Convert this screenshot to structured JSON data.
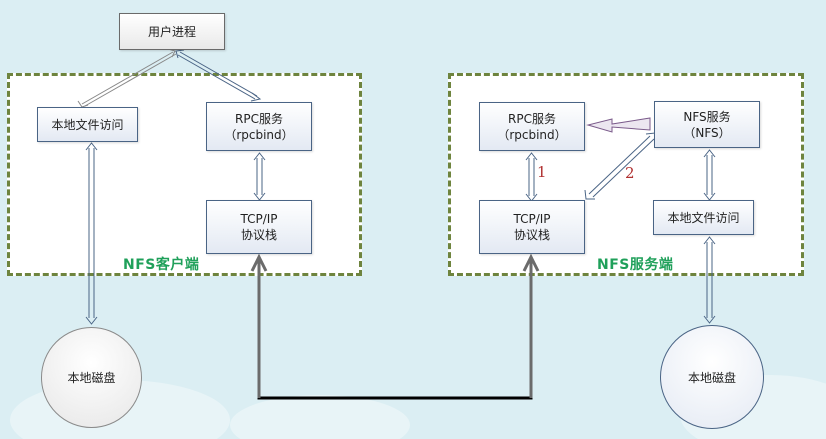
{
  "title": "NFS client-server architecture",
  "user_process": {
    "label": "用户进程"
  },
  "client": {
    "group_label": "NFS客户端",
    "local_file_access": "本地文件访问",
    "rpc_service": {
      "line1": "RPC服务",
      "line2": "（rpcbind）"
    },
    "tcpip": {
      "line1": "TCP/IP",
      "line2": "协议栈"
    },
    "local_disk": "本地磁盘"
  },
  "server": {
    "group_label": "NFS服务端",
    "rpc_service": {
      "line1": "RPC服务",
      "line2": "（rpcbind）"
    },
    "nfs_service": {
      "line1": "NFS服务",
      "line2": "（NFS）"
    },
    "tcpip": {
      "line1": "TCP/IP",
      "line2": "协议栈"
    },
    "local_file_access": "本地文件访问",
    "local_disk": "本地磁盘"
  },
  "step_labels": [
    "1",
    "2"
  ],
  "colors": {
    "group_border": "#6e843e",
    "group_label": "#1fa05a",
    "box_border": "#4a6485",
    "step_number": "#b03030",
    "network_line": "#000000",
    "network_arrow": "#6b6b6b"
  }
}
